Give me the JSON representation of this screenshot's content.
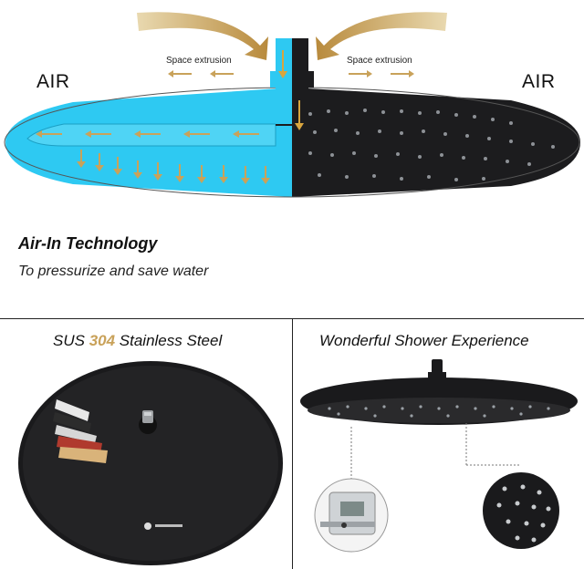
{
  "top": {
    "air_left": "AIR",
    "air_right": "AIR",
    "space_left": "Space extrusion",
    "space_right": "Space extrusion",
    "heading": "Air-In Technology",
    "subheading": "To pressurize and save water"
  },
  "bottom_left": {
    "title_prefix": "SUS ",
    "title_number": "304",
    "title_suffix": " Stainless Steel"
  },
  "bottom_right": {
    "title": "Wonderful Shower Experience"
  },
  "colors": {
    "water_blue": "#2ec9f2",
    "gold": "#c9a25a",
    "matte_black": "#1c1c1e"
  }
}
